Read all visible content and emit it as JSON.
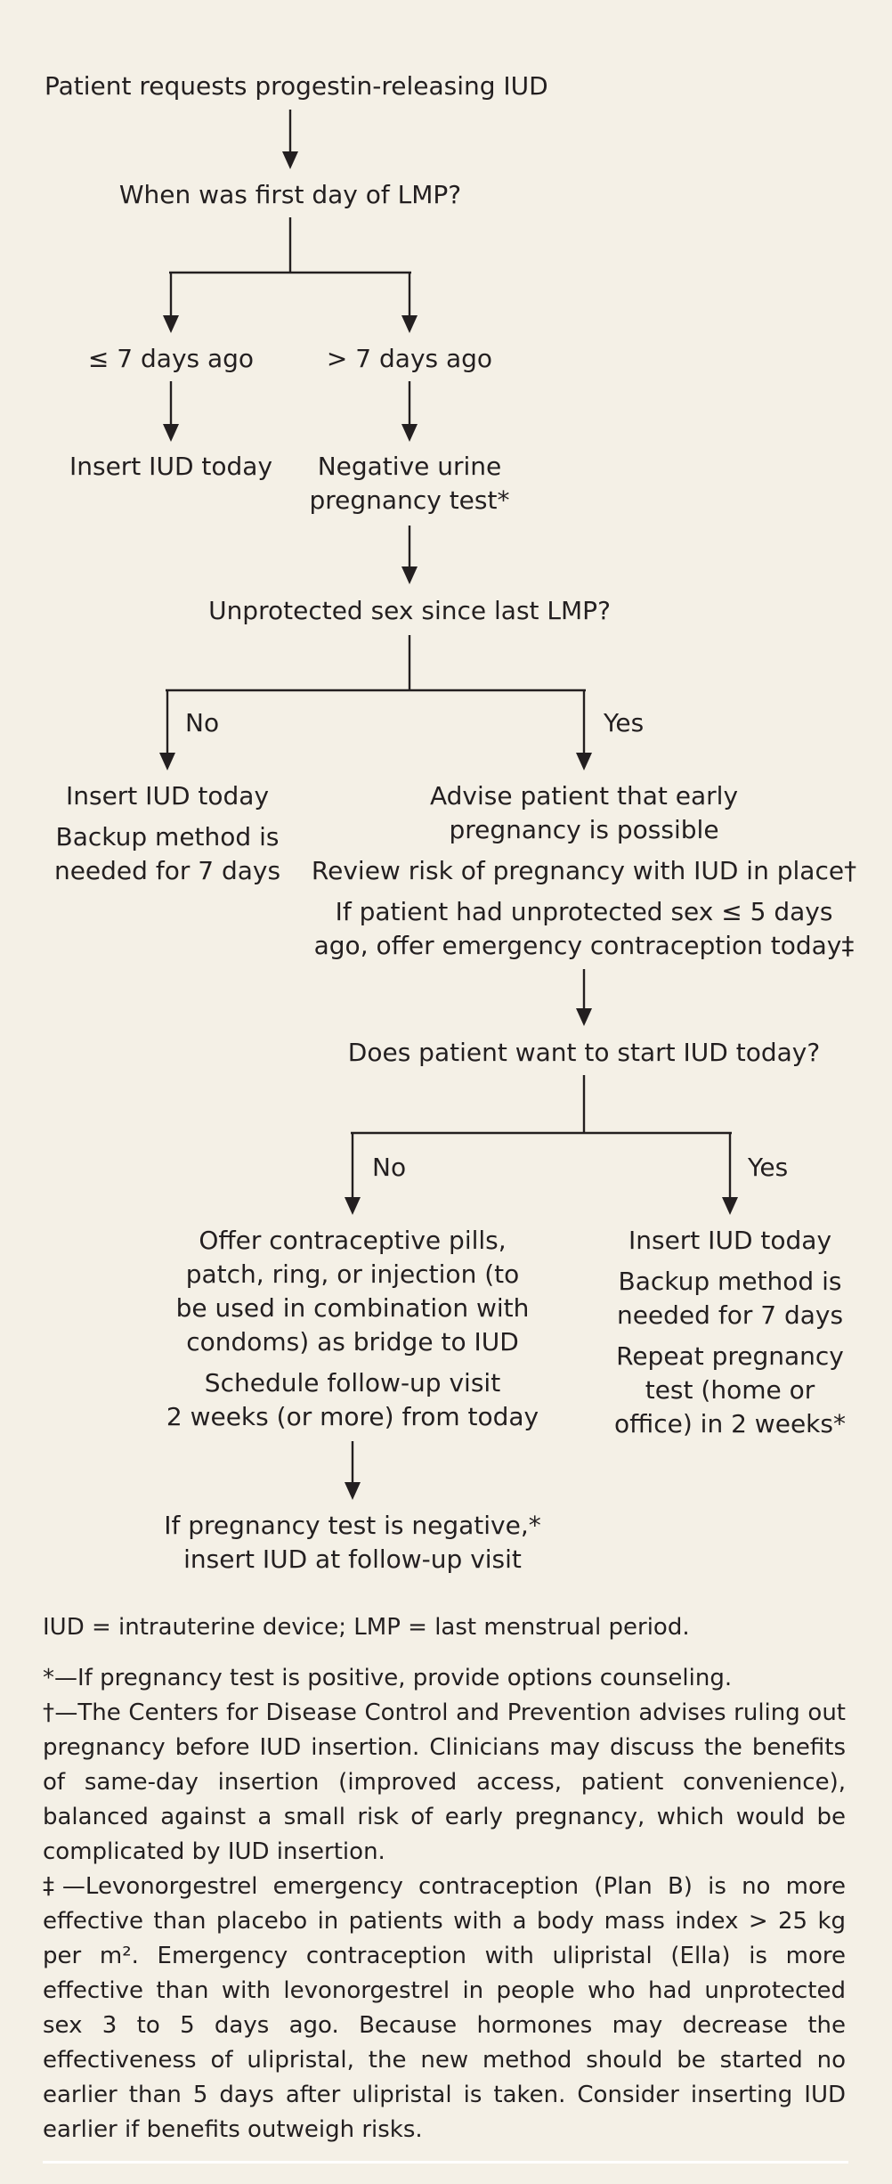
{
  "nodes": {
    "start": [
      "Patient requests progestin-releasing IUD"
    ],
    "lmp_question": [
      "When was first day of LMP?"
    ],
    "le7": [
      "≤ 7 days ago"
    ],
    "gt7": [
      "> 7 days ago"
    ],
    "insert_today_1": [
      "Insert IUD today"
    ],
    "neg_preg_test": [
      "Negative urine\npregnancy test*"
    ],
    "unprotected_question": [
      "Unprotected sex since last LMP?"
    ],
    "insert_backup_1": [
      "Insert IUD today",
      "Backup method is\nneeded for 7 days"
    ],
    "advise": [
      "Advise patient that early\npregnancy is possible",
      "Review risk of pregnancy with IUD in place†",
      "If patient had unprotected sex ≤ 5 days\nago, offer emergency contraception today‡"
    ],
    "start_question": [
      "Does patient want to start IUD today?"
    ],
    "bridge": [
      "Offer contraceptive pills,\npatch, ring, or injection (to\nbe used in combination with\ncondoms) as bridge to IUD",
      "Schedule follow-up visit\n2 weeks (or more) from today"
    ],
    "insert_backup_2": [
      "Insert IUD today",
      "Backup method is\nneeded for 7 days",
      "Repeat pregnancy\ntest (home or\noffice) in 2 weeks*"
    ],
    "followup": [
      "If pregnancy test is negative,*\ninsert IUD at follow-up visit"
    ]
  },
  "edge_labels": {
    "no_1": "No",
    "yes_1": "Yes",
    "no_2": "No",
    "yes_2": "Yes"
  },
  "footnotes": {
    "abbreviations": "IUD = intrauterine device; LMP = last menstrual period.",
    "items": [
      "*—If pregnancy test is positive, provide options counseling.",
      "†—The Centers for Disease Control and Prevention advises ruling out pregnancy before IUD insertion. Clinicians may discuss the benefits of same-day insertion (improved access, patient convenience), balanced against a small risk of early pregnancy, which would be complicated by IUD insertion.",
      "‡—Levonorgestrel emergency contraception (Plan B) is no more effective than placebo in patients with a body mass index > 25 kg per m². Emergency contraception with ulipristal (Ella) is more effective than with levonorgestrel in people who had unprotected sex 3 to 5 days ago. Because hormones may decrease the effectiveness of ulipristal, the new method should be started no earlier than 5 days after ulipristal is taken. Consider inserting IUD earlier if benefits outweigh risks."
    ]
  },
  "colors": {
    "background": "#f4f0e6",
    "text": "#231f20",
    "line": "#231f20",
    "rule": "#ffffff"
  }
}
